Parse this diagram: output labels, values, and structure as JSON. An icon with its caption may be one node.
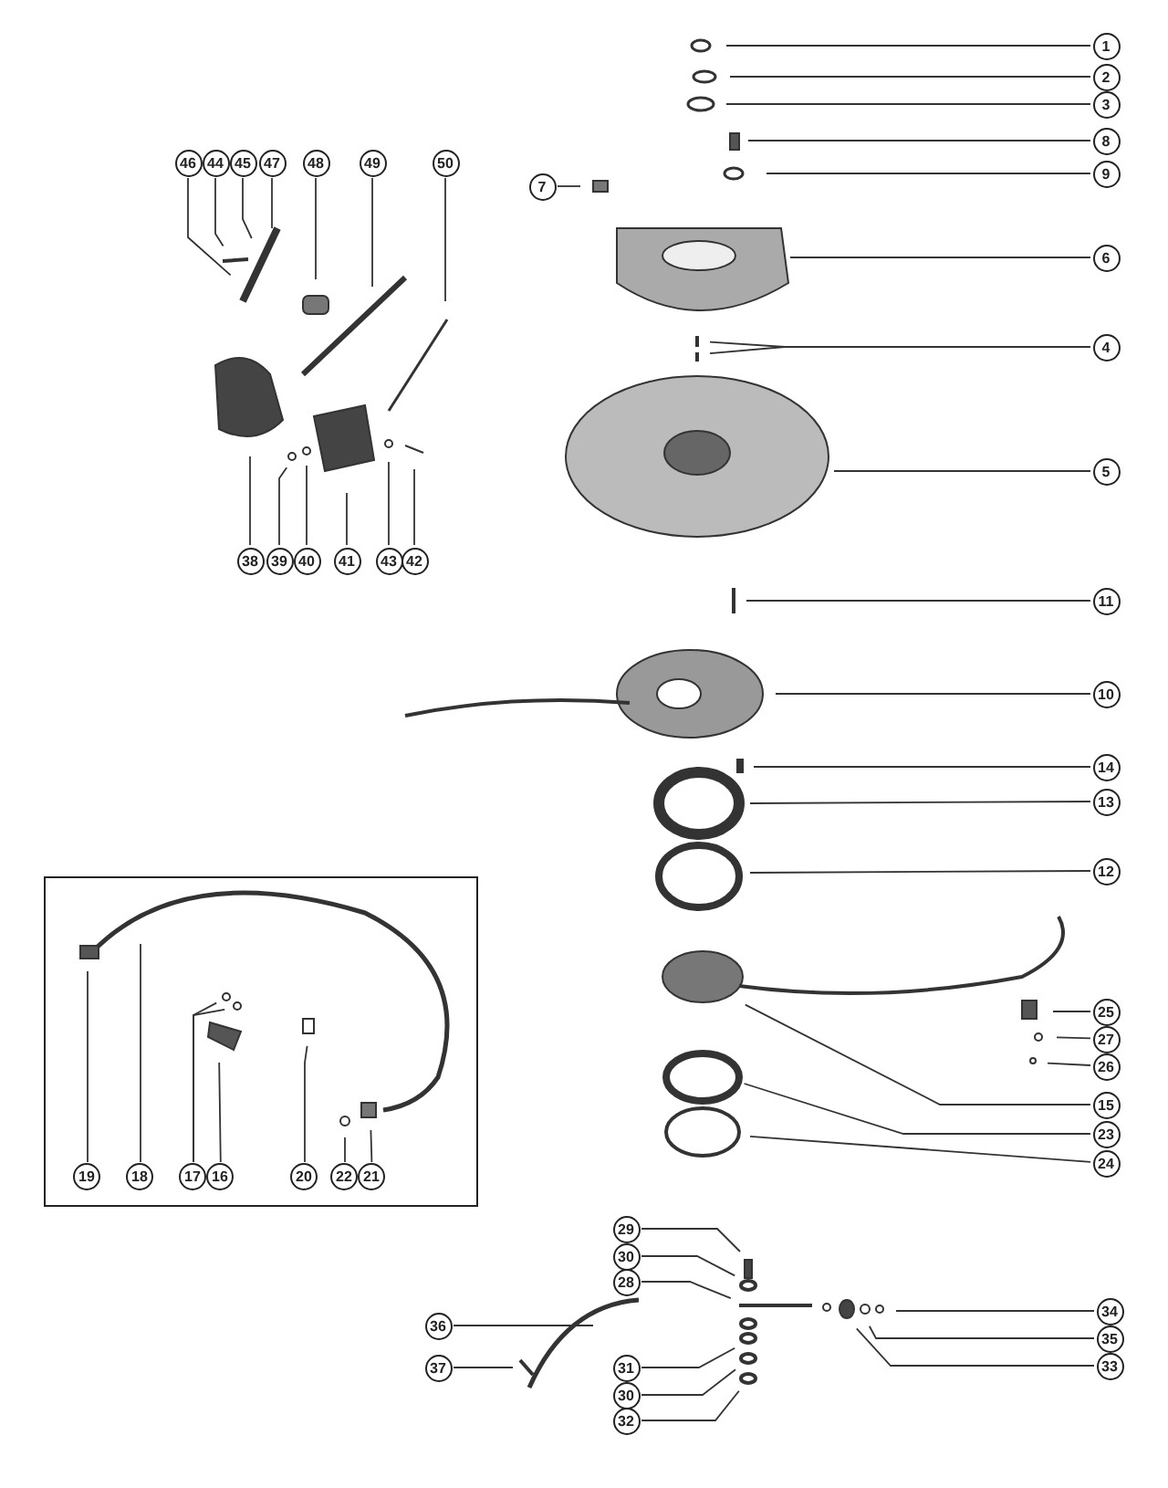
{
  "diagram": {
    "nodes": [
      {
        "text": [
          "1"
        ]
      },
      {
        "text": [
          "2"
        ]
      },
      {
        "text": [
          "3"
        ]
      },
      {
        "text": [
          "8"
        ]
      },
      {
        "text": [
          "46"
        ]
      },
      {
        "text": [
          "44"
        ]
      },
      {
        "text": [
          "45"
        ]
      },
      {
        "text": [
          "47"
        ]
      },
      {
        "text": [
          "48"
        ]
      },
      {
        "text": [
          "49"
        ]
      },
      {
        "text": [
          "50"
        ]
      },
      {
        "text": [
          "9"
        ]
      },
      {
        "text": [
          "7"
        ]
      },
      {
        "text": [
          "6"
        ]
      },
      {
        "text": [
          "4"
        ]
      },
      {
        "text": [
          "5"
        ]
      },
      {
        "text": [
          "38"
        ]
      },
      {
        "text": [
          "39"
        ]
      },
      {
        "text": [
          "40"
        ]
      },
      {
        "text": [
          "41"
        ]
      },
      {
        "text": [
          "43"
        ]
      },
      {
        "text": [
          "42"
        ]
      },
      {
        "text": [
          "11"
        ]
      },
      {
        "text": [
          "10"
        ]
      },
      {
        "text": [
          "14"
        ]
      },
      {
        "text": [
          "13"
        ]
      },
      {
        "text": [
          "12"
        ]
      },
      {
        "text": [],
        "shape": "box"
      },
      {
        "text": [
          "19"
        ],
        "in": 27
      },
      {
        "text": [
          "18"
        ],
        "in": 27
      },
      {
        "text": [
          "17"
        ],
        "in": 27
      },
      {
        "text": [
          "16"
        ],
        "in": 27
      },
      {
        "text": [
          "20"
        ],
        "in": 27
      },
      {
        "text": [
          "22"
        ],
        "in": 27
      },
      {
        "text": [
          "21"
        ],
        "in": 27
      },
      {
        "text": [
          "25"
        ]
      },
      {
        "text": [
          "27"
        ]
      },
      {
        "text": [
          "26"
        ]
      },
      {
        "text": [
          "15"
        ]
      },
      {
        "text": [
          "23"
        ]
      },
      {
        "text": [
          "24"
        ]
      },
      {
        "text": [
          "29"
        ]
      },
      {
        "text": [
          "30"
        ]
      },
      {
        "text": [
          "28"
        ]
      },
      {
        "text": [
          "36"
        ]
      },
      {
        "text": [
          "34"
        ]
      },
      {
        "text": [
          "35"
        ]
      },
      {
        "text": [
          "31"
        ]
      },
      {
        "text": [
          "33"
        ]
      },
      {
        "text": [
          "37"
        ]
      },
      {
        "text": [
          "30"
        ]
      },
      {
        "text": [
          "32"
        ]
      }
    ],
    "edges": [
      {
        "from": 0,
        "to": null,
        "arrow": "none"
      },
      {
        "from": 1,
        "to": null,
        "arrow": "none"
      },
      {
        "from": 2,
        "to": null,
        "arrow": "none"
      },
      {
        "from": 3,
        "to": null,
        "arrow": "none"
      },
      {
        "from": 4,
        "to": null,
        "arrow": "none"
      },
      {
        "from": 5,
        "to": null,
        "arrow": "none"
      },
      {
        "from": 6,
        "to": null,
        "arrow": "none"
      },
      {
        "from": 7,
        "to": null,
        "arrow": "none"
      },
      {
        "from": 8,
        "to": null,
        "arrow": "none"
      },
      {
        "from": 9,
        "to": null,
        "arrow": "none"
      },
      {
        "from": 10,
        "to": null,
        "arrow": "none"
      },
      {
        "from": 11,
        "to": null,
        "arrow": "none"
      },
      {
        "from": 12,
        "to": null,
        "arrow": "none"
      },
      {
        "from": 13,
        "to": null,
        "arrow": "none"
      },
      {
        "from": 14,
        "to": null,
        "arrow": "none"
      },
      {
        "from": 14,
        "to": null,
        "arrow": "none"
      },
      {
        "from": 15,
        "to": null,
        "arrow": "none"
      },
      {
        "from": 16,
        "to": null,
        "arrow": "none"
      },
      {
        "from": 17,
        "to": null,
        "arrow": "none"
      },
      {
        "from": 18,
        "to": null,
        "arrow": "none"
      },
      {
        "from": 19,
        "to": null,
        "arrow": "none"
      },
      {
        "from": 20,
        "to": null,
        "arrow": "none"
      },
      {
        "from": 21,
        "to": null,
        "arrow": "none"
      },
      {
        "from": 22,
        "to": null,
        "arrow": "none"
      },
      {
        "from": 23,
        "to": null,
        "arrow": "none"
      },
      {
        "from": 24,
        "to": null,
        "arrow": "none"
      },
      {
        "from": 25,
        "to": null,
        "arrow": "none"
      },
      {
        "from": 26,
        "to": null,
        "arrow": "none"
      },
      {
        "from": 28,
        "to": null,
        "arrow": "none"
      },
      {
        "from": 29,
        "to": null,
        "arrow": "none"
      },
      {
        "from": 30,
        "to": null,
        "arrow": "none"
      },
      {
        "from": 30,
        "to": null,
        "arrow": "none"
      },
      {
        "from": 31,
        "to": null,
        "arrow": "none"
      },
      {
        "from": 32,
        "to": null,
        "arrow": "none"
      },
      {
        "from": 33,
        "to": null,
        "arrow": "none"
      },
      {
        "from": 34,
        "to": null,
        "arrow": "none"
      },
      {
        "from": 35,
        "to": null,
        "arrow": "none"
      },
      {
        "from": 36,
        "to": null,
        "arrow": "none"
      },
      {
        "from": 37,
        "to": null,
        "arrow": "none"
      },
      {
        "from": 38,
        "to": null,
        "arrow": "none"
      },
      {
        "from": 39,
        "to": null,
        "arrow": "none"
      },
      {
        "from": 40,
        "to": null,
        "arrow": "none"
      },
      {
        "from": 41,
        "to": null,
        "arrow": "none"
      },
      {
        "from": 42,
        "to": null,
        "arrow": "none"
      },
      {
        "from": 43,
        "to": null,
        "arrow": "none"
      },
      {
        "from": 44,
        "to": null,
        "arrow": "none"
      },
      {
        "from": 45,
        "to": null,
        "arrow": "none"
      },
      {
        "from": 46,
        "to": null,
        "arrow": "none"
      },
      {
        "from": 47,
        "to": null,
        "arrow": "none"
      },
      {
        "from": 48,
        "to": null,
        "arrow": "none"
      },
      {
        "from": 49,
        "to": null,
        "arrow": "none"
      },
      {
        "from": 50,
        "to": null,
        "arrow": "none"
      },
      {
        "from": 51,
        "to": null,
        "arrow": "none"
      }
    ]
  }
}
